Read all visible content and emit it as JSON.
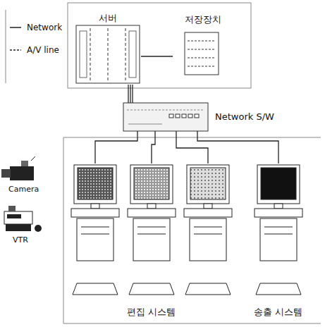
{
  "diagram": {
    "nodes": [
      {
        "text": [
          "서버"
        ]
      },
      {
        "text": [
          "저장장치"
        ]
      },
      {
        "text": [
          "Network S/W"
        ]
      },
      {
        "text": [
          "편집 시스템"
        ]
      },
      {
        "text": [
          "송출 시스템"
        ]
      }
    ],
    "edges": [
      {
        "from": 0,
        "to": 2,
        "arrow": "none"
      },
      {
        "from": 1,
        "to": 0,
        "arrow": "none"
      },
      {
        "from": 2,
        "to": 3,
        "arrow": "none"
      },
      {
        "from": 2,
        "to": 3,
        "arrow": "none"
      },
      {
        "from": 2,
        "to": 3,
        "arrow": "none"
      },
      {
        "from": 2,
        "to": 4,
        "arrow": "none"
      }
    ],
    "labels": [
      "Camera",
      "VTR"
    ],
    "legend": [
      {
        "text": "Network"
      },
      {
        "text": "A/V line"
      }
    ]
  }
}
